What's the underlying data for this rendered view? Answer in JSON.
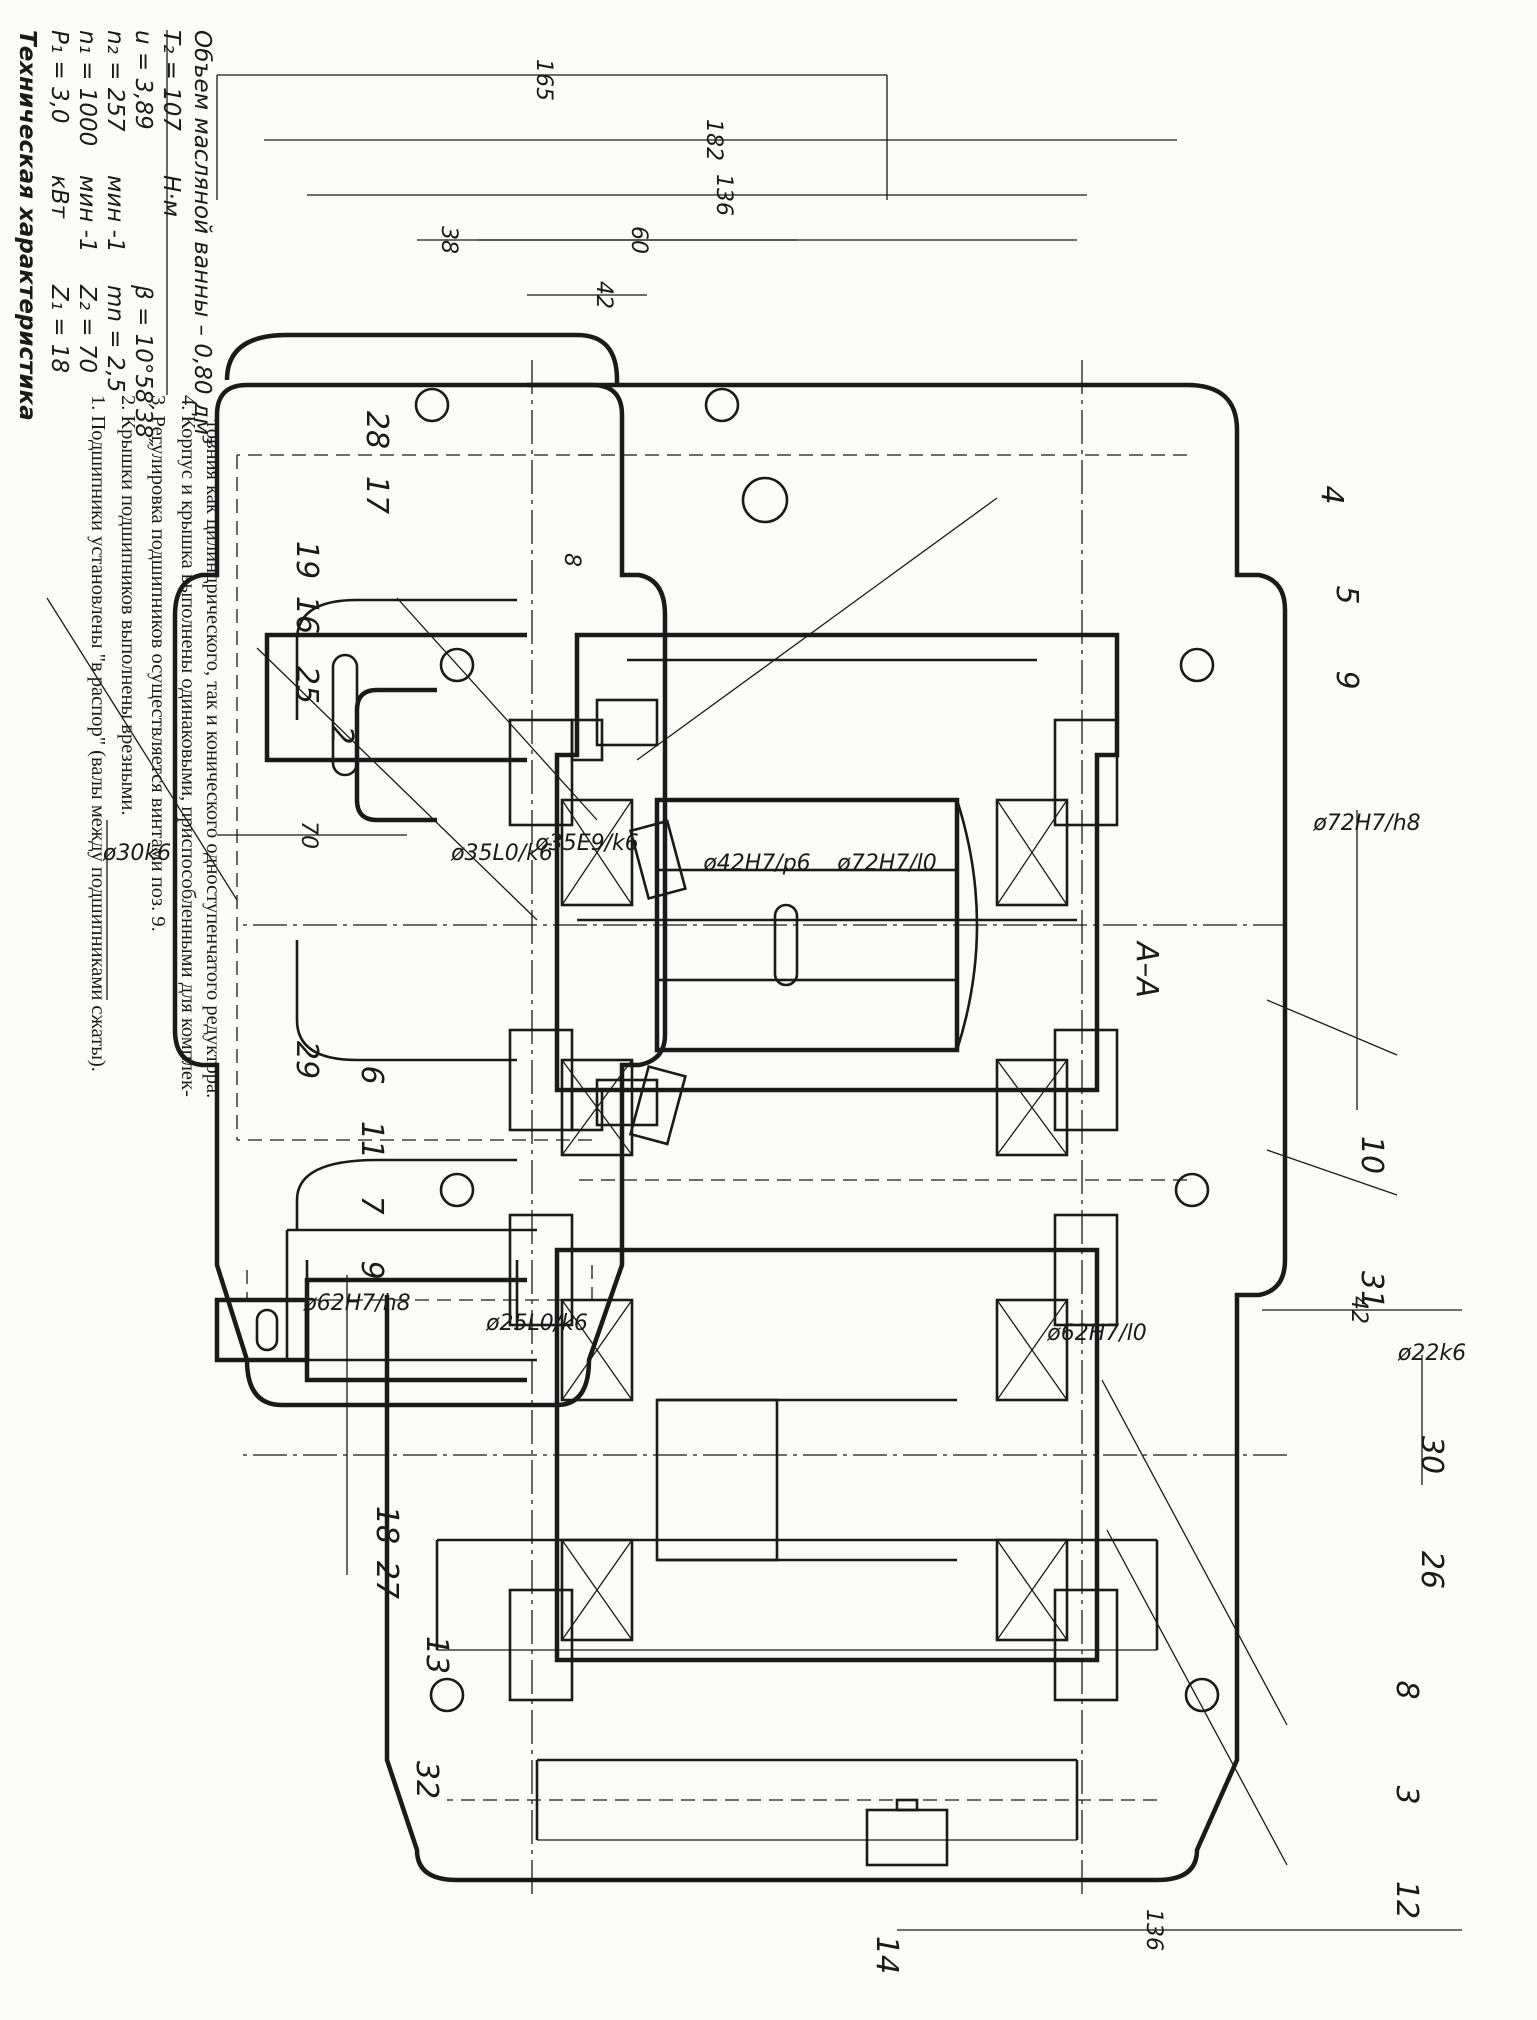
{
  "section_label": "A–A",
  "spec": {
    "title": "Техническая характеристика",
    "rows": [
      {
        "left": "P₁ = 3,0",
        "unit": "кВт",
        "right": "Z₁ = 18"
      },
      {
        "left": "n₁ = 1000",
        "unit": "мин -1",
        "right": "Z₂ = 70"
      },
      {
        "left": "n₂ = 257",
        "unit": "мин -1",
        "right": "mn = 2,5"
      },
      {
        "left": "u = 3,89",
        "unit": "",
        "right": "β = 10°58′38″"
      },
      {
        "left": "T₂ = 107",
        "unit": "Н·м",
        "right": ""
      }
    ],
    "oil": "Объем масляной ванны – 0,80 дм³"
  },
  "notes": [
    "1. Подшипники установлены \"в распор\" (валы между подшипниками сжаты).",
    "2. Крышки подшипников выполнены врезными.",
    "3. Регулировка подшипников осуществляется винтами поз. 9.",
    "4. Корпус и крышка выполнены одинаковыми, приспособленными для комплек-",
    "товния как цилиндрического, так и конического одноступенчатого редуктора."
  ],
  "dimensions": {
    "d165": "165",
    "d182": "182",
    "d136_top": "136",
    "d38": "38",
    "d60": "60",
    "d42_top": "42",
    "d8": "8",
    "d70": "70",
    "d42_right": "42",
    "d136_bottom": "136",
    "fit_72h7h8": "ø72H7/h8",
    "fit_30k6": "ø30k6",
    "fit_35l0k6": "ø35L0/k6",
    "fit_35e9k6": "ø35E9/k6",
    "fit_42h7p6": "ø42H7/p6",
    "fit_72h7l0": "ø72H7/l0",
    "fit_62h7h8": "ø62H7/h8",
    "fit_25l0k6": "ø25L0/k6",
    "fit_62h7l0": "ø62H7/l0",
    "fit_22k6": "ø22k6"
  },
  "parts": {
    "p4": "4",
    "p5": "5",
    "p9a": "9",
    "p28": "28",
    "p17": "17",
    "p19": "19",
    "p16": "16",
    "p25": "25",
    "p2": "2",
    "p29": "29",
    "p6": "6",
    "p11": "11",
    "p7": "7",
    "p9b": "9",
    "p18": "18",
    "p27": "27",
    "p13": "13",
    "p32": "32",
    "p10": "10",
    "p31": "31",
    "p30": "30",
    "p26": "26",
    "p8": "8",
    "p3": "3",
    "p12": "12",
    "p14": "14"
  }
}
